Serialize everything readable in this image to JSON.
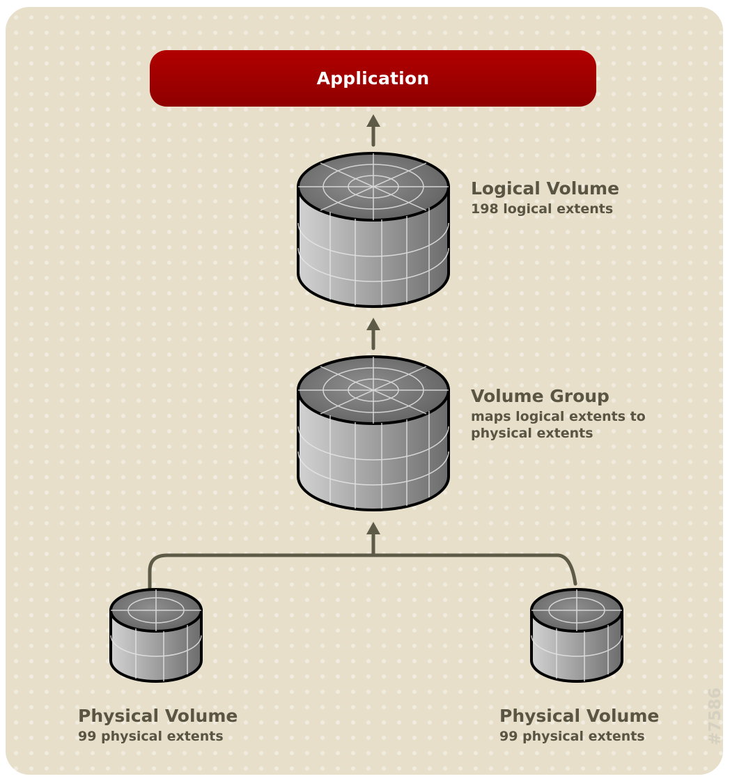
{
  "application": {
    "label": "Application"
  },
  "logical_volume": {
    "title": "Logical Volume",
    "subtitle": "198 logical extents"
  },
  "volume_group": {
    "title": "Volume Group",
    "subtitle_line1": "maps logical extents to",
    "subtitle_line2": "physical extents"
  },
  "physical_volumes": [
    {
      "title": "Physical Volume",
      "subtitle": "99 physical extents"
    },
    {
      "title": "Physical Volume",
      "subtitle": "99 physical extents"
    }
  ],
  "figure_id": "#7586",
  "colors": {
    "background": "#e7dfc9",
    "application_red": "#a00000",
    "connector": "#5d5b48",
    "label_text": "#5a5443"
  }
}
